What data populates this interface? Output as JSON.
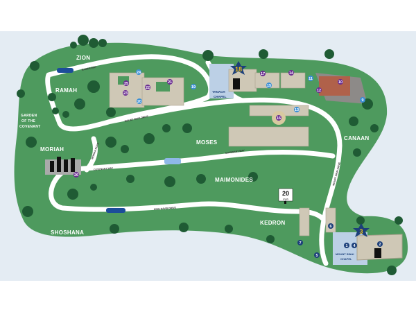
{
  "map": {
    "regions": [
      "ZION",
      "RAMAH",
      "GARDEN",
      "OF THE",
      "COVENANT",
      "MORIAH",
      "MOSES",
      "MAIMONIDES",
      "CANAAN",
      "SHOSHANA",
      "KEDRON"
    ],
    "roads": [
      "RAMAH WAY",
      "MOUNT SINAI DRIVE",
      "COVENANT WAY",
      "COVENANT WAY",
      "KING DAVID DRIVE",
      "MOUNT SINAI DRIVE",
      "MORIAH ROAD"
    ],
    "chapels": {
      "tanach": [
        "TANACH",
        "CHAPEL"
      ],
      "mount_sinai": [
        "MOUNT SINAI",
        "CHAPEL"
      ]
    },
    "star_markers": [
      "18",
      "3"
    ],
    "markers": [
      "1",
      "2",
      "4",
      "5",
      "6",
      "7",
      "9",
      "10",
      "11",
      "12",
      "13",
      "14",
      "15",
      "16",
      "17",
      "19",
      "20",
      "21",
      "22",
      "23",
      "24",
      "25",
      "26"
    ],
    "speed_sign": {
      "value": "20",
      "unit": "mph"
    },
    "colors": {
      "sky": "#e4ecf3",
      "grass": "#4e9a5e",
      "tree": "#1f5b34",
      "purple": "#6a2c91",
      "blue": "#3b8fd6",
      "navy": "#1c3f7a",
      "gold": "#f2c318"
    }
  }
}
